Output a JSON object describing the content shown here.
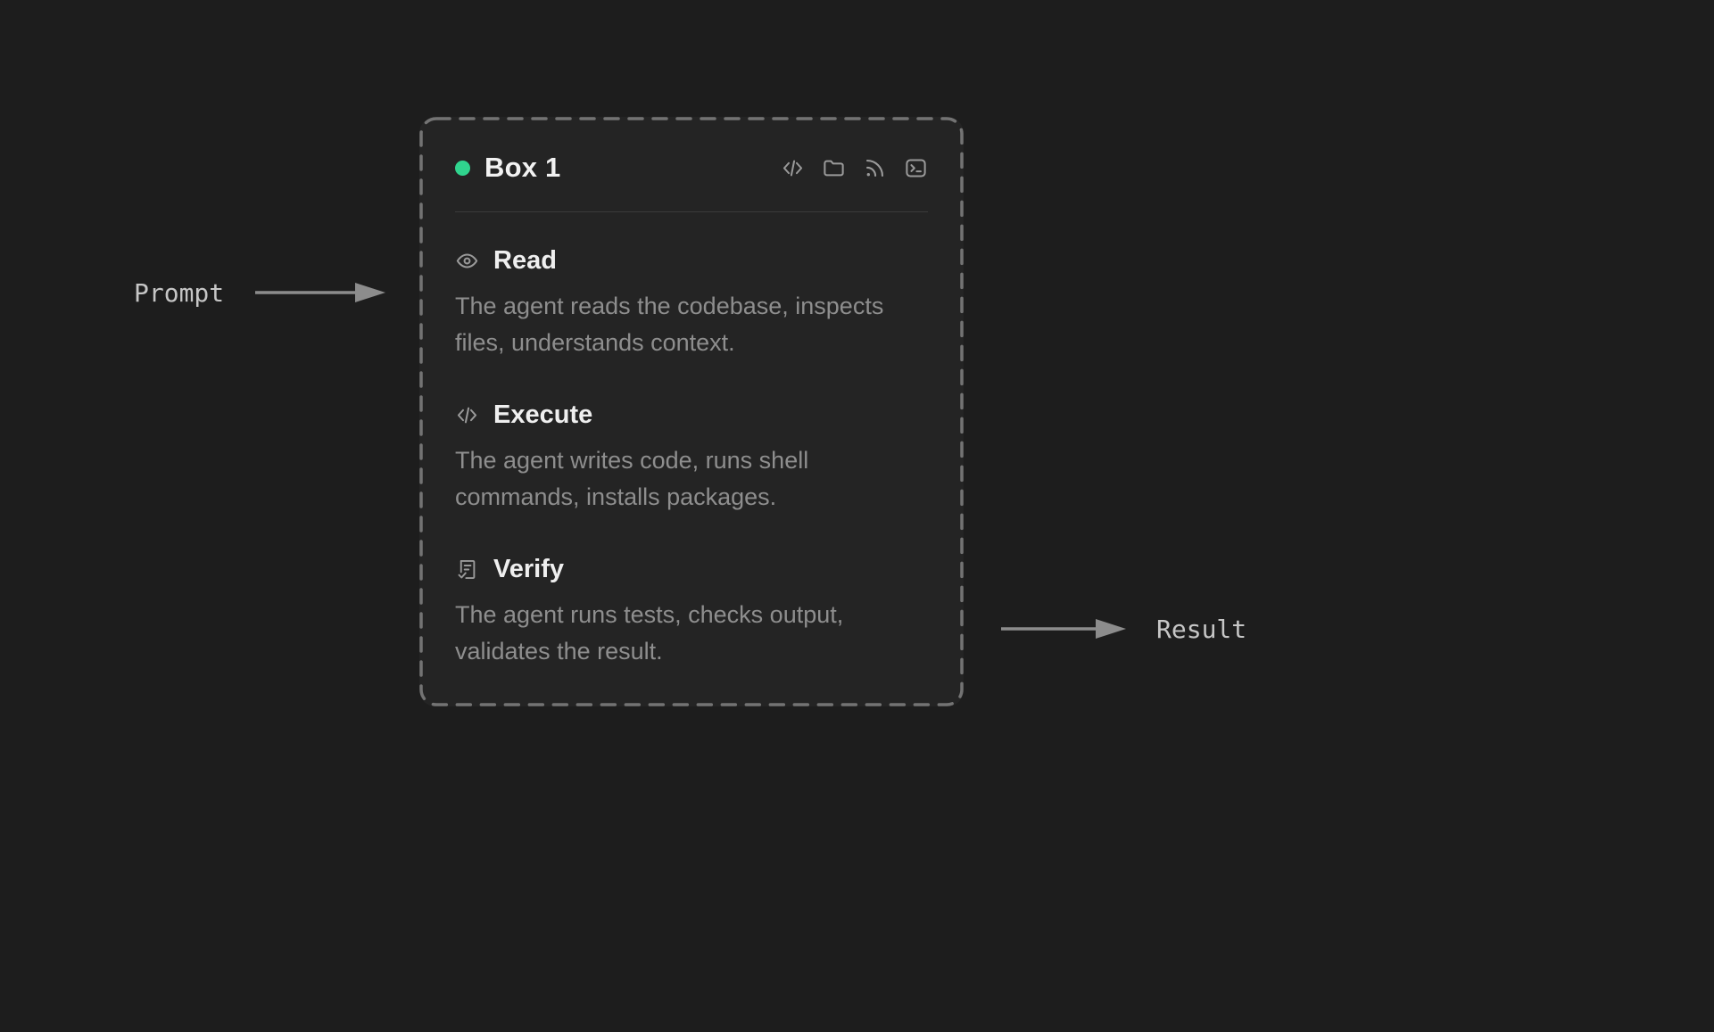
{
  "diagram": {
    "input_label": "Prompt",
    "output_label": "Result"
  },
  "card": {
    "title": "Box 1",
    "status": "online",
    "header_icons": [
      {
        "name": "code-icon"
      },
      {
        "name": "folder-icon"
      },
      {
        "name": "rss-icon"
      },
      {
        "name": "terminal-icon"
      }
    ],
    "sections": [
      {
        "icon": "eye-icon",
        "title": "Read",
        "description": "The agent reads the codebase, inspects files, understands context."
      },
      {
        "icon": "code-icon",
        "title": "Execute",
        "description": "The agent writes code, runs shell commands, installs packages."
      },
      {
        "icon": "clipboard-check-icon",
        "title": "Verify",
        "description": "The agent runs tests, checks output, validates the result."
      }
    ]
  },
  "colors": {
    "background": "#1d1d1d",
    "card_background": "#242424",
    "card_border": "#737373",
    "accent_green": "#30d48e",
    "heading_text": "#efefef",
    "body_text": "#8e8e8e",
    "icon_color": "#9a9a9a",
    "arrow_color": "#8c8c8c",
    "label_text": "#c6c6c6",
    "divider": "#3a3a3a"
  }
}
